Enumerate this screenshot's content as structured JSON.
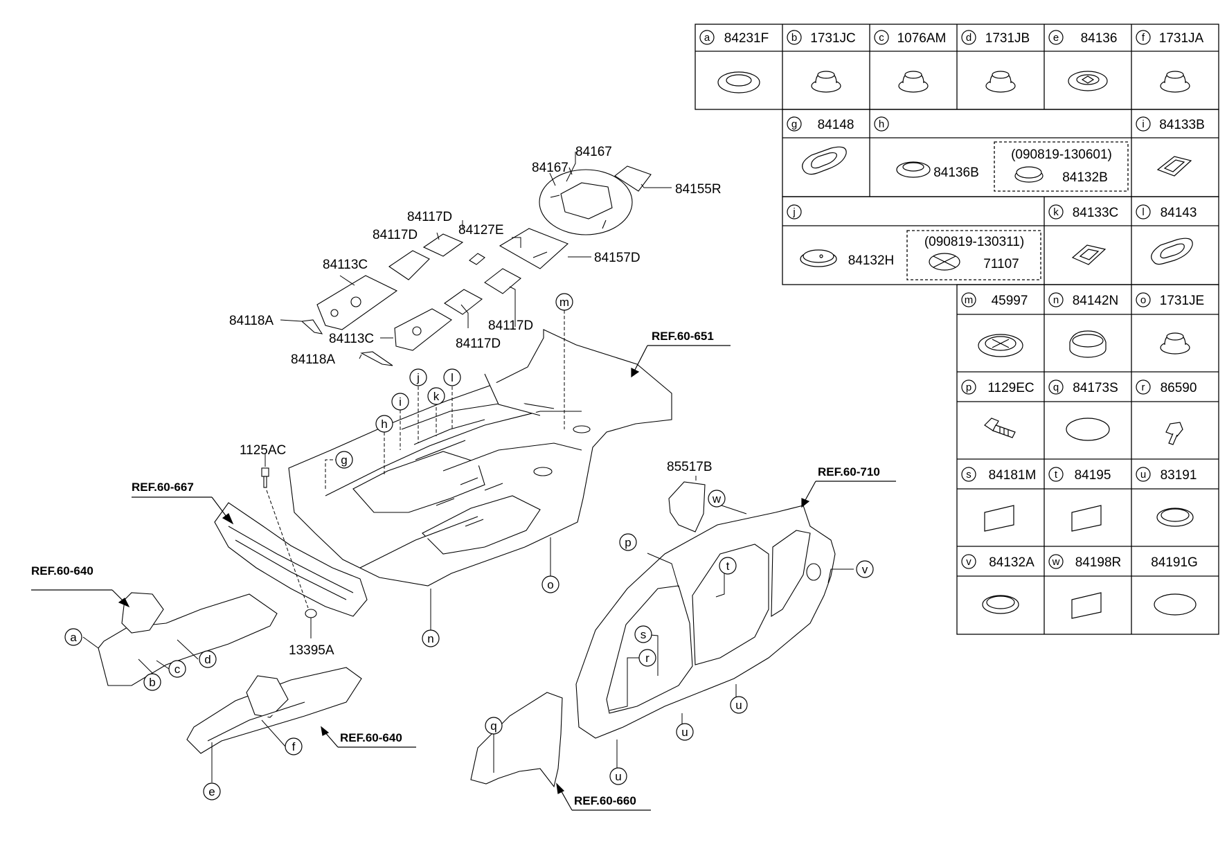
{
  "ref_labels": {
    "ref_651": "REF.60-651",
    "ref_667": "REF.60-667",
    "ref_640a": "REF.60-640",
    "ref_640b": "REF.60-640",
    "ref_660": "REF.60-660",
    "ref_710": "REF.60-710"
  },
  "part_labels": {
    "p84167a": "84167",
    "p84167b": "84167",
    "p84155R": "84155R",
    "p84117Da": "84117D",
    "p84117Db": "84117D",
    "p84127E": "84127E",
    "p84157D": "84157D",
    "p84113Ca": "84113C",
    "p84118Aa": "84118A",
    "p84113Cb": "84113C",
    "p84117Dc": "84117D",
    "p84117Dd": "84117D",
    "p84118Ab": "84118A",
    "p1125AC": "1125AC",
    "p13395A": "13395A",
    "p85517B": "85517B"
  },
  "callouts": {
    "a": "a",
    "b": "b",
    "c": "c",
    "d": "d",
    "e": "e",
    "f": "f",
    "g": "g",
    "h": "h",
    "i": "i",
    "j": "j",
    "k": "k",
    "l": "l",
    "m": "m",
    "n": "n",
    "o": "o",
    "p": "p",
    "q": "q",
    "r": "r",
    "s": "s",
    "t": "t",
    "u1": "u",
    "u2": "u",
    "u3": "u",
    "v": "v",
    "w": "w"
  },
  "parts_table": {
    "row1": [
      {
        "letter": "a",
        "code": "84231F"
      },
      {
        "letter": "b",
        "code": "1731JC"
      },
      {
        "letter": "c",
        "code": "1076AM"
      },
      {
        "letter": "d",
        "code": "1731JB"
      },
      {
        "letter": "e",
        "code": "84136"
      },
      {
        "letter": "f",
        "code": "1731JA"
      }
    ],
    "row2": {
      "g": {
        "letter": "g",
        "code": "84148"
      },
      "h": {
        "letter": "h",
        "part_left": "84136B",
        "date_range": "(090819-130601)",
        "part_right": "84132B"
      },
      "i": {
        "letter": "i",
        "code": "84133B"
      }
    },
    "row3": {
      "j": {
        "letter": "j",
        "part_left": "84132H",
        "date_range": "(090819-130311)",
        "part_right": "71107"
      },
      "k": {
        "letter": "k",
        "code": "84133C"
      },
      "l": {
        "letter": "l",
        "code": "84143"
      }
    },
    "row4": [
      {
        "letter": "m",
        "code": "45997"
      },
      {
        "letter": "n",
        "code": "84142N"
      },
      {
        "letter": "o",
        "code": "1731JE"
      }
    ],
    "row5": [
      {
        "letter": "p",
        "code": "1129EC"
      },
      {
        "letter": "q",
        "code": "84173S"
      },
      {
        "letter": "r",
        "code": "86590"
      }
    ],
    "row6": [
      {
        "letter": "s",
        "code": "84181M"
      },
      {
        "letter": "t",
        "code": "84195"
      },
      {
        "letter": "u",
        "code": "83191"
      }
    ],
    "row7": [
      {
        "letter": "v",
        "code": "84132A"
      },
      {
        "letter": "w",
        "code": "84198R"
      },
      {
        "letter": "",
        "code": "84191G"
      }
    ]
  }
}
